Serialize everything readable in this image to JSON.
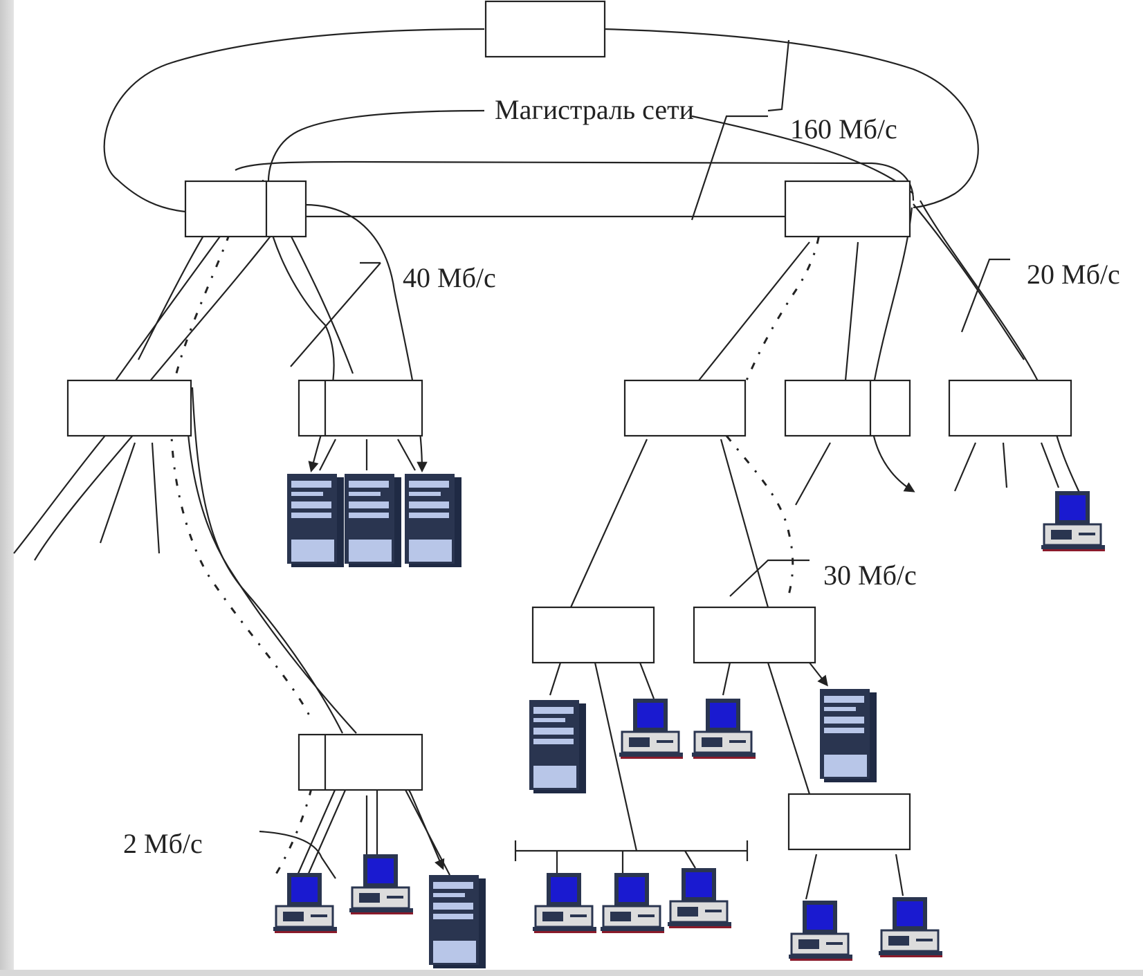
{
  "labels": {
    "backbone": "Магистраль сети",
    "speed_160": "160 Мб/с",
    "speed_40": "40 Мб/с",
    "speed_20": "20 Мб/с",
    "speed_30": "30 Мб/с",
    "speed_2": "2 Мб/с"
  },
  "colors": {
    "line": "#222222",
    "monitor_screen": "#1a1ad0",
    "device_dark": "#1f2a44",
    "device_light": "#b8c6e8",
    "base_shadow": "#8a1a2a"
  },
  "icons": [
    "server-icon",
    "workstation-icon"
  ]
}
